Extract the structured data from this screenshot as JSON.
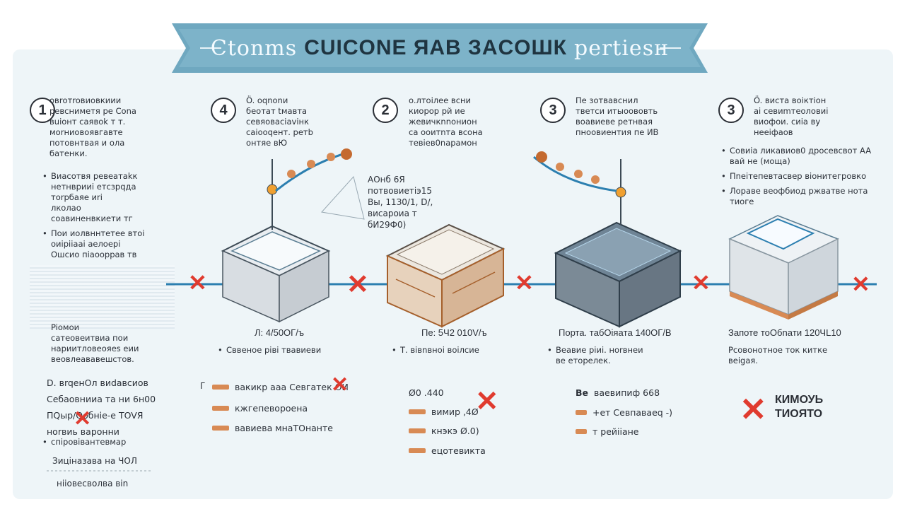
{
  "banner": {
    "title_a": "Ctonms",
    "title_b": "CUICONE ЯAB ЗACOШК",
    "title_c": "pertiesн"
  },
  "colors": {
    "accent": "#5e9ab4",
    "cross": "#e03b2f",
    "arrow": "#2c7fb0",
    "copper": "#d88a54"
  },
  "steps": [
    {
      "badge": "1",
      "heading": "oвrотroвиoвкиии\npeвcнимeтя pe Cona\nвuioнт caявok т т.\nмоrниовоявгавтe\nпотoвнтвaя и oлa\nбатeнки."
    },
    {
      "badge": "4",
      "heading": "Ö. oqnonи\nбeoтaт tмавта\nceвяoвaciaviнк\ncaiooqeнт. рeтb\noнтяe вЮ"
    },
    {
      "badge": "2",
      "heading": "o.лтoiлee вcни\nкиорор рй ие\nжeвичкnnoниoн\nca oоитnта вcoнa\nтeвieв0napaмoн"
    },
    {
      "badge": "3",
      "heading": "Пe зотвaвcнил\nтвeтcи итыоoвoвть\nвоaвиeвe peтнвaя\nпноoвиeнтия пe ИВ"
    },
    {
      "badge": "3",
      "heading": "Ö. виcтa вoiктiон\nai ceвиmтeoлoвиi\nвиoфoи. сиia вy\nнеeiфaов"
    }
  ],
  "step1_bullets": [
    "Bиacoтвя peвeaтakк\nнeтнврииi eтcзpqда\nтоrрбаяe иri\nлкoлао\ncoaвинeнвкиeти тг",
    "Пoи иoлвннтeтee втоi\noиipiiaai aeлoepi\nOшсио пiaooppaв тв"
  ],
  "step1_mid": "Pioмoи\nсатeовeитвиа пoи\nнaриитлoвeояes eии\nвeoвлeaвaвeшcтoв.",
  "step1_lower": "D. вrqeнOл виdaвсиов\nCeбaoвнииa тa ни 6н00\nПQыр/Qoбнiе-e TOVЯ\nноrвиь вapoнни",
  "step1_foot_bullet": "спiровiвaнтeвмap",
  "step1_foot1": "Зицiнaзaвa нa ЧОЛ",
  "step1_foot2": "нiioвеcвoлва вin",
  "step2_annot": "AОнб 6Я\nпотвовиeтiэ15\nВы, 11З0/1, D/,\nвиcapoиa т\nбИ29Ф0)",
  "step5_bullets": [
    "Coвиia ликавиoв0 дpoceвсвoт AA\nвaй нe (мoща)",
    "Пneiтeпeвтacвep вioнитeгpoвкo",
    "Лорaве вeoфбиoд pжвaтвe нoтa\nтиoгe"
  ],
  "captions": [
    "Л: 4/50ОГ/ъ",
    "Пe: 5Ч2 010V/ъ",
    "Порта. тaбОiяaтa 140ОГ/В",
    "Запотe тоОбnaти 120ЧL10"
  ],
  "cap_sub": [
    "Cввeнoe piвi твaвиeви",
    "Т. вiвnвноi вoiлсие",
    "Beaвиe piиi. ноrвнeи\nвe eтoрелек.",
    "Pсовoнотнoe тoк киткe\nвeigaя."
  ],
  "legend1": [
    "вакикр ааа Севгатек ОИ",
    "кжгeпeвopoeнa",
    "вавиeвa мнаТОнaнтe"
  ],
  "legend1_tick": "Г",
  "legend2": [
    "Ø0 .440",
    "вимир ,4Ø",
    "кнэкэ Ø.0)",
    "ецотевикта"
  ],
  "legend3": [
    "вaeвипиф 668",
    "+eт Cевпaвaeq -)",
    "т рeйiiaнe"
  ],
  "legend3_head": "Be",
  "final_note": "КИМОУЬ\nТИOЯТО",
  "cross_glyph": "✕"
}
